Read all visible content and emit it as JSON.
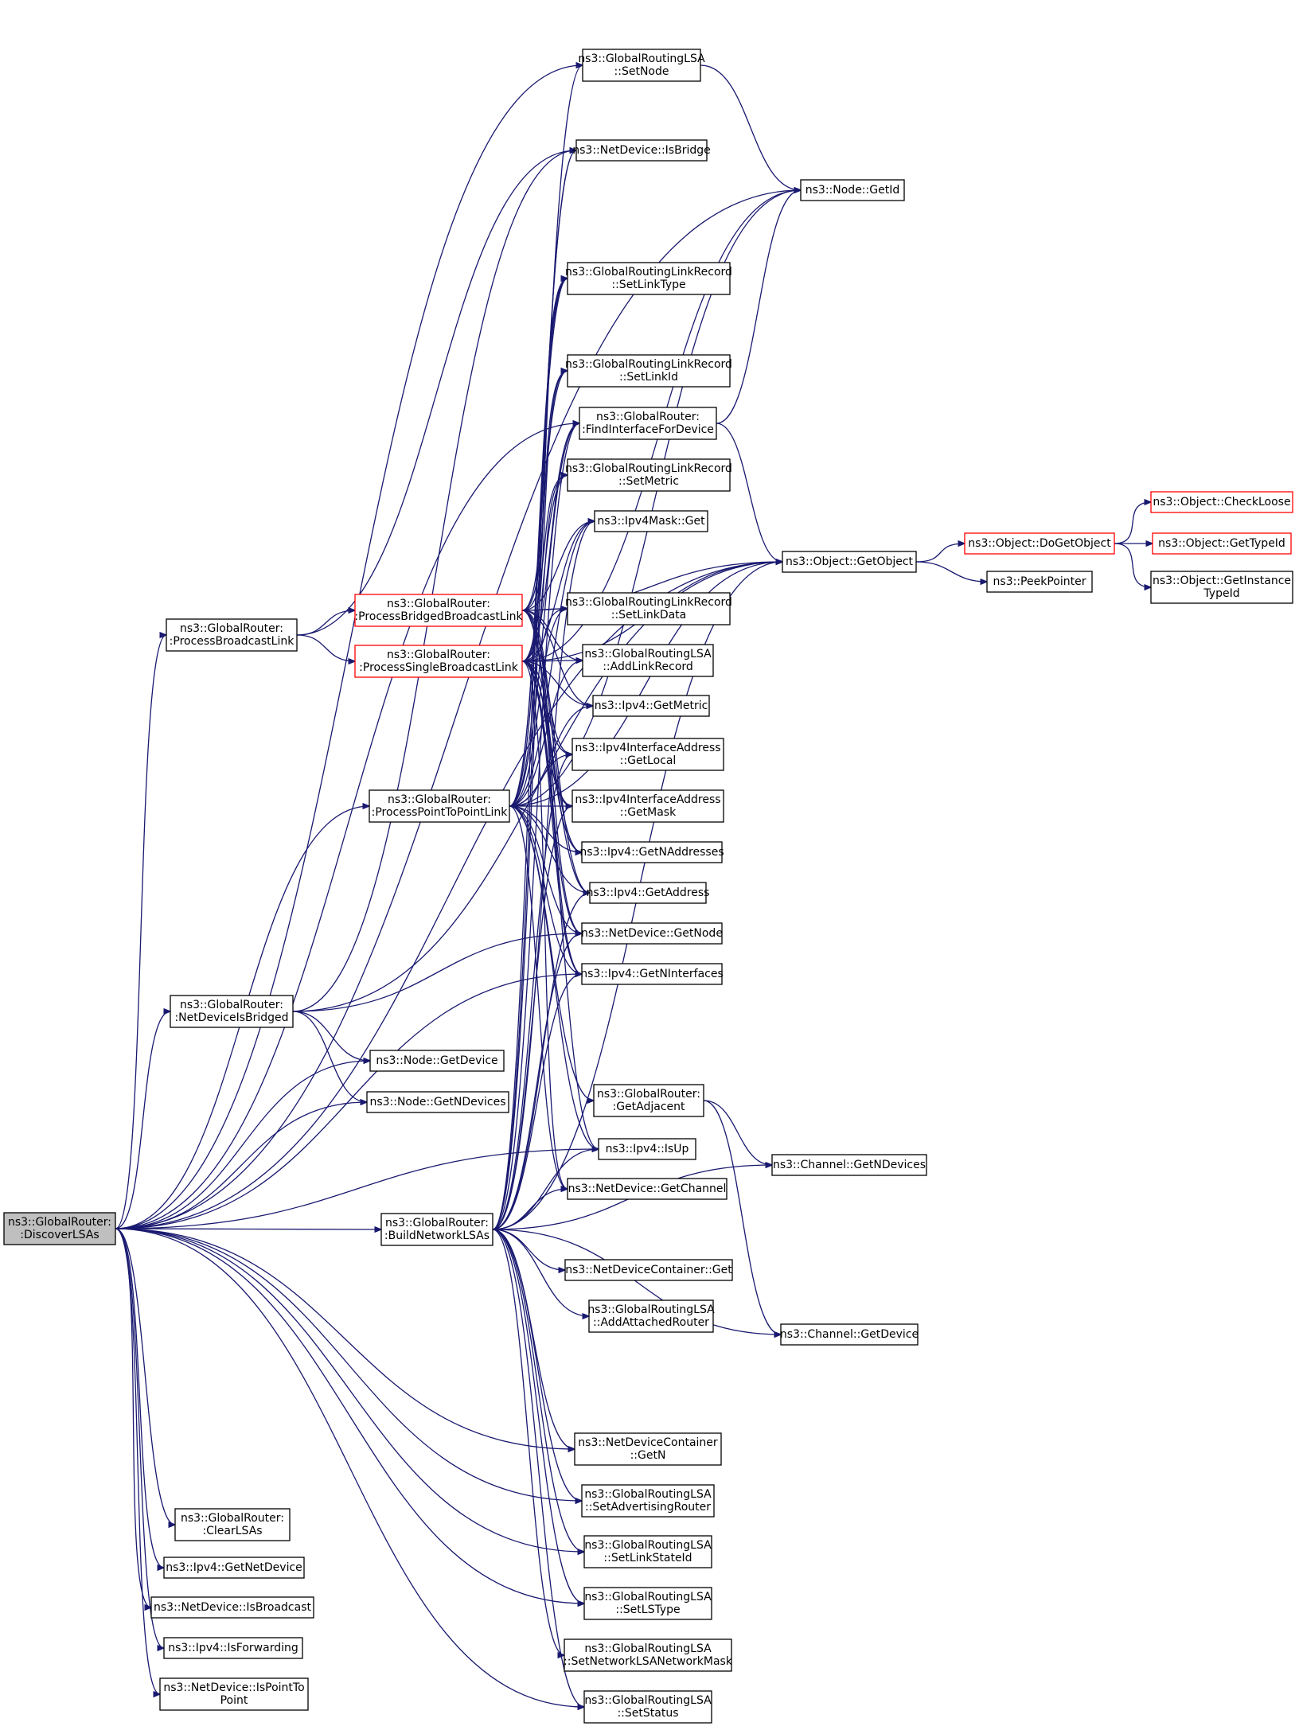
{
  "graph": {
    "kind": "call-graph",
    "root": "DiscoverLSAs",
    "colors": {
      "edge": "#191970",
      "box_border": "#000000",
      "truncated_border": "#ff0000",
      "root_fill": "#bfbfbf",
      "background": "#ffffff"
    },
    "nodes": [
      {
        "id": "DiscoverLSAs",
        "lines": [
          "ns3::GlobalRouter:",
          ":DiscoverLSAs"
        ],
        "style": "root"
      },
      {
        "id": "ProcessBroadcastLink",
        "lines": [
          "ns3::GlobalRouter:",
          ":ProcessBroadcastLink"
        ],
        "style": "normal"
      },
      {
        "id": "ProcessPointToPointLink",
        "lines": [
          "ns3::GlobalRouter:",
          ":ProcessPointToPointLink"
        ],
        "style": "normal"
      },
      {
        "id": "NetDeviceIsBridged",
        "lines": [
          "ns3::GlobalRouter:",
          ":NetDeviceIsBridged"
        ],
        "style": "normal"
      },
      {
        "id": "BuildNetworkLSAs",
        "lines": [
          "ns3::GlobalRouter:",
          ":BuildNetworkLSAs"
        ],
        "style": "normal"
      },
      {
        "id": "ClearLSAs",
        "lines": [
          "ns3::GlobalRouter:",
          ":ClearLSAs"
        ],
        "style": "normal"
      },
      {
        "id": "Ipv4GetNetDevice",
        "lines": [
          "ns3::Ipv4::GetNetDevice"
        ],
        "style": "normal"
      },
      {
        "id": "NetDeviceIsBroadcast",
        "lines": [
          "ns3::NetDevice::IsBroadcast"
        ],
        "style": "normal"
      },
      {
        "id": "Ipv4IsForwarding",
        "lines": [
          "ns3::Ipv4::IsForwarding"
        ],
        "style": "normal"
      },
      {
        "id": "NetDeviceIsPointToPoint",
        "lines": [
          "ns3::NetDevice::IsPointTo",
          "Point"
        ],
        "style": "normal"
      },
      {
        "id": "ProcessBridgedBroadcastLink",
        "lines": [
          "ns3::GlobalRouter:",
          ":ProcessBridgedBroadcastLink"
        ],
        "style": "truncated"
      },
      {
        "id": "ProcessSingleBroadcastLink",
        "lines": [
          "ns3::GlobalRouter:",
          ":ProcessSingleBroadcastLink"
        ],
        "style": "truncated"
      },
      {
        "id": "NodeGetDevice",
        "lines": [
          "ns3::Node::GetDevice"
        ],
        "style": "normal"
      },
      {
        "id": "NodeGetNDevices",
        "lines": [
          "ns3::Node::GetNDevices"
        ],
        "style": "normal"
      },
      {
        "id": "LSASetNode",
        "lines": [
          "ns3::GlobalRoutingLSA",
          "::SetNode"
        ],
        "style": "normal"
      },
      {
        "id": "NetDeviceIsBridge",
        "lines": [
          "ns3::NetDevice::IsBridge"
        ],
        "style": "normal"
      },
      {
        "id": "LinkRecordSetLinkType",
        "lines": [
          "ns3::GlobalRoutingLinkRecord",
          "::SetLinkType"
        ],
        "style": "normal"
      },
      {
        "id": "LinkRecordSetLinkId",
        "lines": [
          "ns3::GlobalRoutingLinkRecord",
          "::SetLinkId"
        ],
        "style": "normal"
      },
      {
        "id": "FindInterfaceForDevice",
        "lines": [
          "ns3::GlobalRouter:",
          ":FindInterfaceForDevice"
        ],
        "style": "normal"
      },
      {
        "id": "LinkRecordSetMetric",
        "lines": [
          "ns3::GlobalRoutingLinkRecord",
          "::SetMetric"
        ],
        "style": "normal"
      },
      {
        "id": "Ipv4MaskGet",
        "lines": [
          "ns3::Ipv4Mask::Get"
        ],
        "style": "normal"
      },
      {
        "id": "LinkRecordSetLinkData",
        "lines": [
          "ns3::GlobalRoutingLinkRecord",
          "::SetLinkData"
        ],
        "style": "normal"
      },
      {
        "id": "LSAAddLinkRecord",
        "lines": [
          "ns3::GlobalRoutingLSA",
          "::AddLinkRecord"
        ],
        "style": "normal"
      },
      {
        "id": "Ipv4GetMetric",
        "lines": [
          "ns3::Ipv4::GetMetric"
        ],
        "style": "normal"
      },
      {
        "id": "IfAddrGetLocal",
        "lines": [
          "ns3::Ipv4InterfaceAddress",
          "::GetLocal"
        ],
        "style": "normal"
      },
      {
        "id": "IfAddrGetMask",
        "lines": [
          "ns3::Ipv4InterfaceAddress",
          "::GetMask"
        ],
        "style": "normal"
      },
      {
        "id": "Ipv4GetNAddresses",
        "lines": [
          "ns3::Ipv4::GetNAddresses"
        ],
        "style": "normal"
      },
      {
        "id": "Ipv4GetAddress",
        "lines": [
          "ns3::Ipv4::GetAddress"
        ],
        "style": "normal"
      },
      {
        "id": "NetDeviceGetNode",
        "lines": [
          "ns3::NetDevice::GetNode"
        ],
        "style": "normal"
      },
      {
        "id": "Ipv4GetNInterfaces",
        "lines": [
          "ns3::Ipv4::GetNInterfaces"
        ],
        "style": "normal"
      },
      {
        "id": "GetAdjacent",
        "lines": [
          "ns3::GlobalRouter:",
          ":GetAdjacent"
        ],
        "style": "normal"
      },
      {
        "id": "Ipv4IsUp",
        "lines": [
          "ns3::Ipv4::IsUp"
        ],
        "style": "normal"
      },
      {
        "id": "NetDeviceGetChannel",
        "lines": [
          "ns3::NetDevice::GetChannel"
        ],
        "style": "normal"
      },
      {
        "id": "NetDeviceContainerGet",
        "lines": [
          "ns3::NetDeviceContainer::Get"
        ],
        "style": "normal"
      },
      {
        "id": "LSAAddAttachedRouter",
        "lines": [
          "ns3::GlobalRoutingLSA",
          "::AddAttachedRouter"
        ],
        "style": "normal"
      },
      {
        "id": "NetDeviceContainerGetN",
        "lines": [
          "ns3::NetDeviceContainer",
          "::GetN"
        ],
        "style": "normal"
      },
      {
        "id": "LSASetAdvertisingRouter",
        "lines": [
          "ns3::GlobalRoutingLSA",
          "::SetAdvertisingRouter"
        ],
        "style": "normal"
      },
      {
        "id": "LSASetLinkStateId",
        "lines": [
          "ns3::GlobalRoutingLSA",
          "::SetLinkStateId"
        ],
        "style": "normal"
      },
      {
        "id": "LSASetLSType",
        "lines": [
          "ns3::GlobalRoutingLSA",
          "::SetLSType"
        ],
        "style": "normal"
      },
      {
        "id": "LSASetNetworkLSANetworkMask",
        "lines": [
          "ns3::GlobalRoutingLSA",
          "::SetNetworkLSANetworkMask"
        ],
        "style": "normal"
      },
      {
        "id": "LSASetStatus",
        "lines": [
          "ns3::GlobalRoutingLSA",
          "::SetStatus"
        ],
        "style": "normal"
      },
      {
        "id": "NodeGetId",
        "lines": [
          "ns3::Node::GetId"
        ],
        "style": "normal"
      },
      {
        "id": "ObjectGetObject",
        "lines": [
          "ns3::Object::GetObject"
        ],
        "style": "normal"
      },
      {
        "id": "ChannelGetNDevices",
        "lines": [
          "ns3::Channel::GetNDevices"
        ],
        "style": "normal"
      },
      {
        "id": "ChannelGetDevice",
        "lines": [
          "ns3::Channel::GetDevice"
        ],
        "style": "normal"
      },
      {
        "id": "ObjectDoGetObject",
        "lines": [
          "ns3::Object::DoGetObject"
        ],
        "style": "truncated"
      },
      {
        "id": "PeekPointer",
        "lines": [
          "ns3::PeekPointer"
        ],
        "style": "normal"
      },
      {
        "id": "ObjectCheckLoose",
        "lines": [
          "ns3::Object::CheckLoose"
        ],
        "style": "truncated"
      },
      {
        "id": "ObjectGetTypeId",
        "lines": [
          "ns3::Object::GetTypeId"
        ],
        "style": "truncated"
      },
      {
        "id": "ObjectGetInstanceTypeId",
        "lines": [
          "ns3::Object::GetInstance",
          "TypeId"
        ],
        "style": "normal"
      }
    ],
    "edges": [
      [
        "DiscoverLSAs",
        "ProcessBroadcastLink"
      ],
      [
        "DiscoverLSAs",
        "ProcessPointToPointLink"
      ],
      [
        "DiscoverLSAs",
        "NetDeviceIsBridged"
      ],
      [
        "DiscoverLSAs",
        "BuildNetworkLSAs"
      ],
      [
        "DiscoverLSAs",
        "ClearLSAs"
      ],
      [
        "DiscoverLSAs",
        "Ipv4GetNetDevice"
      ],
      [
        "DiscoverLSAs",
        "NetDeviceIsBroadcast"
      ],
      [
        "DiscoverLSAs",
        "Ipv4IsForwarding"
      ],
      [
        "DiscoverLSAs",
        "NetDeviceIsPointToPoint"
      ],
      [
        "DiscoverLSAs",
        "LSASetNode"
      ],
      [
        "DiscoverLSAs",
        "NodeGetId"
      ],
      [
        "DiscoverLSAs",
        "ObjectGetObject"
      ],
      [
        "DiscoverLSAs",
        "FindInterfaceForDevice"
      ],
      [
        "DiscoverLSAs",
        "NodeGetDevice"
      ],
      [
        "DiscoverLSAs",
        "NodeGetNDevices"
      ],
      [
        "DiscoverLSAs",
        "Ipv4GetNInterfaces"
      ],
      [
        "DiscoverLSAs",
        "Ipv4IsUp"
      ],
      [
        "DiscoverLSAs",
        "NetDeviceContainerGetN"
      ],
      [
        "DiscoverLSAs",
        "LSASetAdvertisingRouter"
      ],
      [
        "DiscoverLSAs",
        "LSASetLinkStateId"
      ],
      [
        "DiscoverLSAs",
        "LSASetLSType"
      ],
      [
        "DiscoverLSAs",
        "LSASetStatus"
      ],
      [
        "ProcessBroadcastLink",
        "ProcessBridgedBroadcastLink"
      ],
      [
        "ProcessBroadcastLink",
        "ProcessSingleBroadcastLink"
      ],
      [
        "ProcessBroadcastLink",
        "NetDeviceIsBridge"
      ],
      [
        "ProcessBridgedBroadcastLink",
        "LinkRecordSetLinkType"
      ],
      [
        "ProcessBridgedBroadcastLink",
        "LinkRecordSetLinkId"
      ],
      [
        "ProcessBridgedBroadcastLink",
        "LinkRecordSetMetric"
      ],
      [
        "ProcessBridgedBroadcastLink",
        "Ipv4MaskGet"
      ],
      [
        "ProcessBridgedBroadcastLink",
        "ObjectGetObject"
      ],
      [
        "ProcessBridgedBroadcastLink",
        "LinkRecordSetLinkData"
      ],
      [
        "ProcessBridgedBroadcastLink",
        "LSAAddLinkRecord"
      ],
      [
        "ProcessBridgedBroadcastLink",
        "Ipv4GetMetric"
      ],
      [
        "ProcessBridgedBroadcastLink",
        "IfAddrGetLocal"
      ],
      [
        "ProcessBridgedBroadcastLink",
        "IfAddrGetMask"
      ],
      [
        "ProcessBridgedBroadcastLink",
        "Ipv4GetNAddresses"
      ],
      [
        "ProcessBridgedBroadcastLink",
        "Ipv4GetAddress"
      ],
      [
        "ProcessBridgedBroadcastLink",
        "NetDeviceGetNode"
      ],
      [
        "ProcessBridgedBroadcastLink",
        "Ipv4GetNInterfaces"
      ],
      [
        "ProcessSingleBroadcastLink",
        "FindInterfaceForDevice"
      ],
      [
        "ProcessSingleBroadcastLink",
        "LinkRecordSetLinkType"
      ],
      [
        "ProcessSingleBroadcastLink",
        "LinkRecordSetLinkId"
      ],
      [
        "ProcessSingleBroadcastLink",
        "LinkRecordSetMetric"
      ],
      [
        "ProcessSingleBroadcastLink",
        "Ipv4MaskGet"
      ],
      [
        "ProcessSingleBroadcastLink",
        "ObjectGetObject"
      ],
      [
        "ProcessSingleBroadcastLink",
        "LinkRecordSetLinkData"
      ],
      [
        "ProcessSingleBroadcastLink",
        "LSAAddLinkRecord"
      ],
      [
        "ProcessSingleBroadcastLink",
        "Ipv4GetMetric"
      ],
      [
        "ProcessSingleBroadcastLink",
        "IfAddrGetLocal"
      ],
      [
        "ProcessSingleBroadcastLink",
        "IfAddrGetMask"
      ],
      [
        "ProcessSingleBroadcastLink",
        "Ipv4GetNAddresses"
      ],
      [
        "ProcessSingleBroadcastLink",
        "Ipv4GetAddress"
      ],
      [
        "ProcessSingleBroadcastLink",
        "NetDeviceGetNode"
      ],
      [
        "ProcessSingleBroadcastLink",
        "Ipv4GetNInterfaces"
      ],
      [
        "ProcessSingleBroadcastLink",
        "NodeGetId"
      ],
      [
        "ProcessSingleBroadcastLink",
        "NetDeviceGetChannel"
      ],
      [
        "ProcessSingleBroadcastLink",
        "Ipv4IsUp"
      ],
      [
        "ProcessPointToPointLink",
        "NetDeviceIsBridge"
      ],
      [
        "ProcessPointToPointLink",
        "LinkRecordSetLinkType"
      ],
      [
        "ProcessPointToPointLink",
        "LinkRecordSetLinkId"
      ],
      [
        "ProcessPointToPointLink",
        "FindInterfaceForDevice"
      ],
      [
        "ProcessPointToPointLink",
        "LinkRecordSetMetric"
      ],
      [
        "ProcessPointToPointLink",
        "Ipv4MaskGet"
      ],
      [
        "ProcessPointToPointLink",
        "LinkRecordSetLinkData"
      ],
      [
        "ProcessPointToPointLink",
        "LSAAddLinkRecord"
      ],
      [
        "ProcessPointToPointLink",
        "Ipv4GetMetric"
      ],
      [
        "ProcessPointToPointLink",
        "IfAddrGetLocal"
      ],
      [
        "ProcessPointToPointLink",
        "IfAddrGetMask"
      ],
      [
        "ProcessPointToPointLink",
        "Ipv4GetNAddresses"
      ],
      [
        "ProcessPointToPointLink",
        "Ipv4GetAddress"
      ],
      [
        "ProcessPointToPointLink",
        "NetDeviceGetNode"
      ],
      [
        "ProcessPointToPointLink",
        "Ipv4GetNInterfaces"
      ],
      [
        "ProcessPointToPointLink",
        "ObjectGetObject"
      ],
      [
        "ProcessPointToPointLink",
        "GetAdjacent"
      ],
      [
        "ProcessPointToPointLink",
        "Ipv4IsUp"
      ],
      [
        "ProcessPointToPointLink",
        "NetDeviceGetChannel"
      ],
      [
        "ProcessPointToPointLink",
        "NodeGetId"
      ],
      [
        "NetDeviceIsBridged",
        "NetDeviceIsBridge"
      ],
      [
        "NetDeviceIsBridged",
        "NetDeviceGetNode"
      ],
      [
        "NetDeviceIsBridged",
        "ObjectGetObject"
      ],
      [
        "NetDeviceIsBridged",
        "NodeGetDevice"
      ],
      [
        "NetDeviceIsBridged",
        "NodeGetNDevices"
      ],
      [
        "BuildNetworkLSAs",
        "NetDeviceContainerGet"
      ],
      [
        "BuildNetworkLSAs",
        "LSAAddAttachedRouter"
      ],
      [
        "BuildNetworkLSAs",
        "ChannelGetDevice"
      ],
      [
        "BuildNetworkLSAs",
        "NetDeviceContainerGetN"
      ],
      [
        "BuildNetworkLSAs",
        "LSASetAdvertisingRouter"
      ],
      [
        "BuildNetworkLSAs",
        "LSASetLinkStateId"
      ],
      [
        "BuildNetworkLSAs",
        "LSASetLSType"
      ],
      [
        "BuildNetworkLSAs",
        "LSASetNetworkLSANetworkMask"
      ],
      [
        "BuildNetworkLSAs",
        "LSASetStatus"
      ],
      [
        "BuildNetworkLSAs",
        "NetDeviceGetChannel"
      ],
      [
        "BuildNetworkLSAs",
        "Ipv4IsUp"
      ],
      [
        "BuildNetworkLSAs",
        "ObjectGetObject"
      ],
      [
        "BuildNetworkLSAs",
        "Ipv4GetNInterfaces"
      ],
      [
        "BuildNetworkLSAs",
        "NetDeviceGetNode"
      ],
      [
        "BuildNetworkLSAs",
        "Ipv4GetAddress"
      ],
      [
        "BuildNetworkLSAs",
        "IfAddrGetLocal"
      ],
      [
        "BuildNetworkLSAs",
        "IfAddrGetMask"
      ],
      [
        "BuildNetworkLSAs",
        "Ipv4MaskGet"
      ],
      [
        "BuildNetworkLSAs",
        "FindInterfaceForDevice"
      ],
      [
        "BuildNetworkLSAs",
        "ChannelGetNDevices"
      ],
      [
        "BuildNetworkLSAs",
        "LinkRecordSetLinkType"
      ],
      [
        "BuildNetworkLSAs",
        "NetDeviceIsBridge"
      ],
      [
        "BuildNetworkLSAs",
        "LSASetNode"
      ],
      [
        "LSASetNode",
        "NodeGetId"
      ],
      [
        "FindInterfaceForDevice",
        "NodeGetId"
      ],
      [
        "FindInterfaceForDevice",
        "ObjectGetObject"
      ],
      [
        "GetAdjacent",
        "ChannelGetNDevices"
      ],
      [
        "GetAdjacent",
        "ChannelGetDevice"
      ],
      [
        "ObjectGetObject",
        "ObjectDoGetObject"
      ],
      [
        "ObjectGetObject",
        "PeekPointer"
      ],
      [
        "ObjectDoGetObject",
        "ObjectCheckLoose"
      ],
      [
        "ObjectDoGetObject",
        "ObjectGetTypeId"
      ],
      [
        "ObjectDoGetObject",
        "ObjectGetInstanceTypeId"
      ]
    ]
  }
}
